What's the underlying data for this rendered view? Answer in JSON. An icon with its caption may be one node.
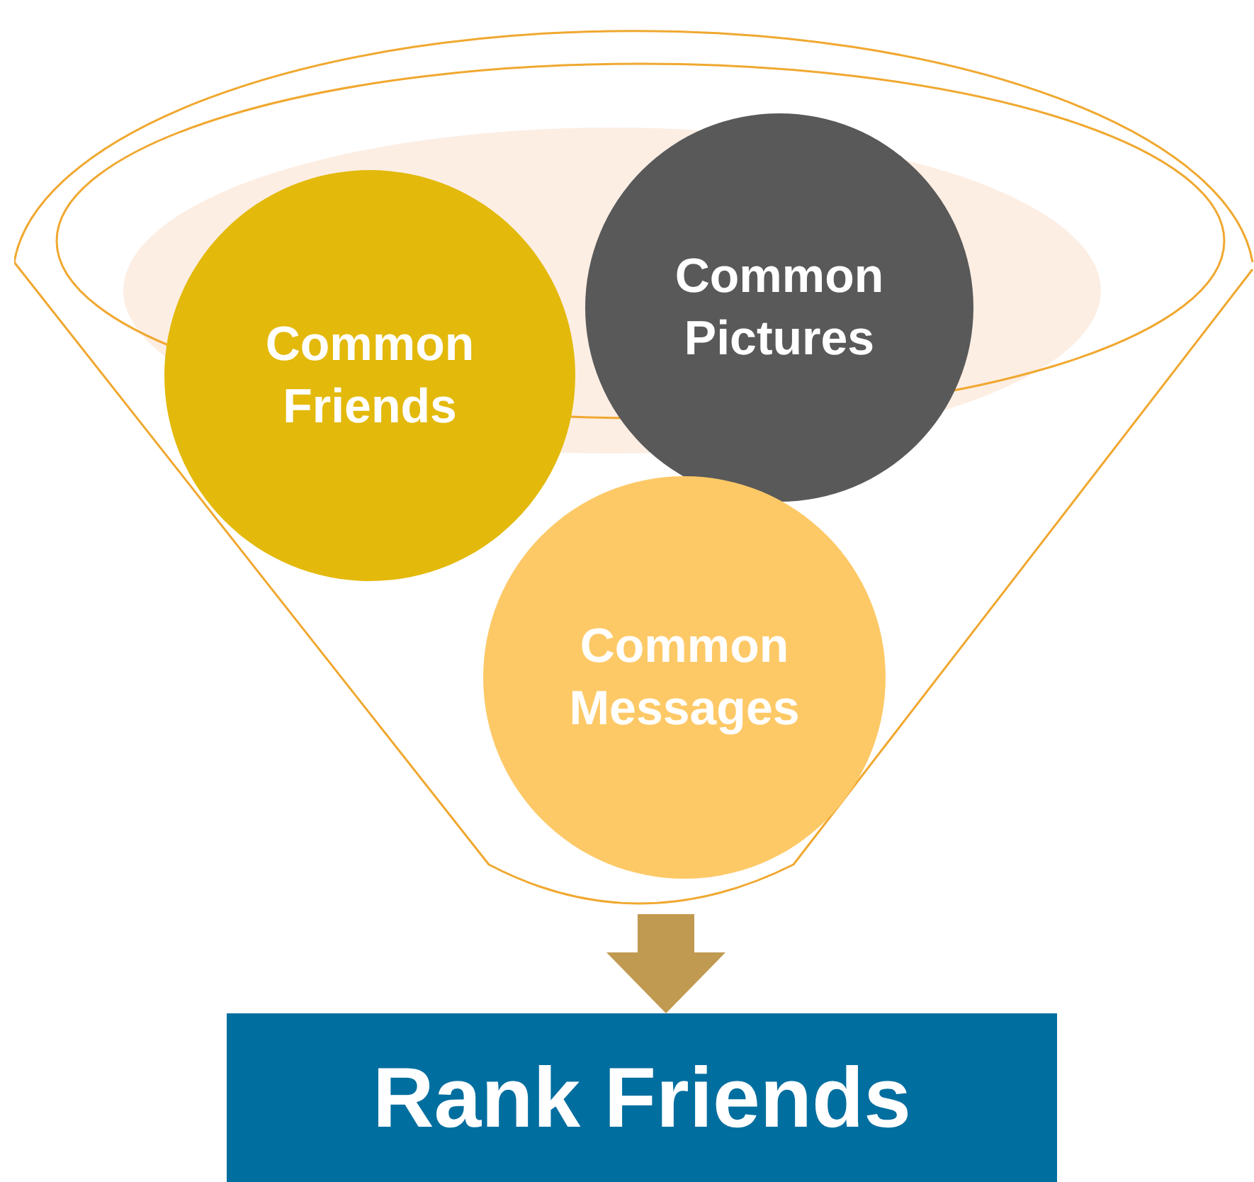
{
  "diagram": {
    "nodes": [
      {
        "text": [],
        "shape": "funnel"
      },
      {
        "text": [
          "Common Friends"
        ],
        "in": 0
      },
      {
        "text": [
          "Common Pictures"
        ],
        "in": 0
      },
      {
        "text": [
          "Common Messages"
        ],
        "in": 0
      },
      {
        "text": [
          "Rank Friends"
        ]
      }
    ],
    "edges": [
      {
        "from": 0,
        "to": 4,
        "arrow": "to",
        "color": "#c09a50"
      }
    ]
  }
}
